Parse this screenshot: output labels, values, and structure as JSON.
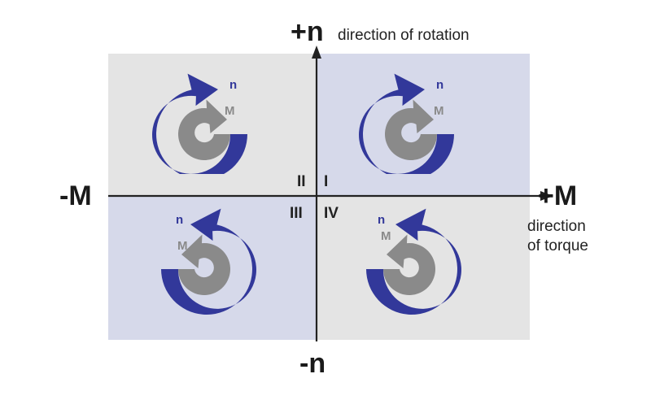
{
  "axes": {
    "y_positive": "+n",
    "y_positive_caption": "direction of rotation",
    "y_negative": "-n",
    "x_positive": "+M",
    "x_positive_caption_line1": "direction",
    "x_positive_caption_line2": "of torque",
    "x_negative": "-M"
  },
  "quadrants": [
    {
      "label": "I",
      "speed_label": "n",
      "torque_label": "M"
    },
    {
      "label": "II",
      "speed_label": "n",
      "torque_label": "M"
    },
    {
      "label": "III",
      "speed_label": "n",
      "torque_label": "M"
    },
    {
      "label": "IV",
      "speed_label": "n",
      "torque_label": "M"
    }
  ],
  "colors": {
    "speed_arrow": "#32389a",
    "torque_arrow": "#8a8a8a",
    "quadrant_light": "#e4e4e4",
    "quadrant_blue": "#d6d9ea",
    "axis": "#222222"
  }
}
